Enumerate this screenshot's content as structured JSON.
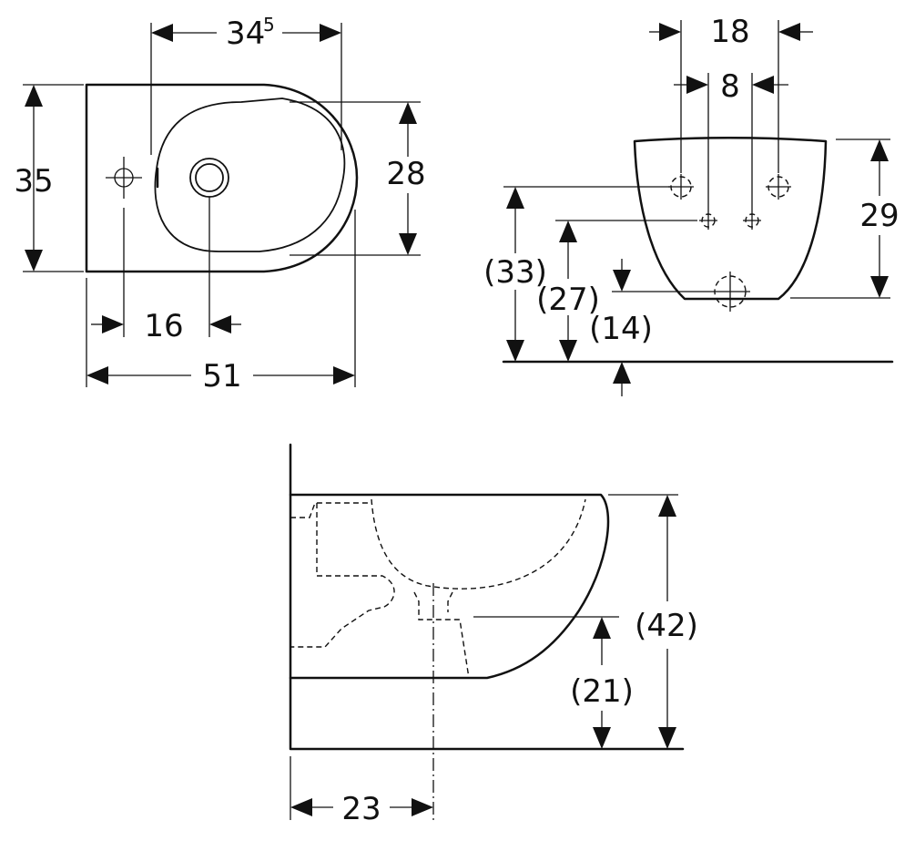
{
  "top_view": {
    "width": "51",
    "depth": "35",
    "bowl_length_main": "34",
    "bowl_length_sup": "5",
    "bowl_width": "28",
    "tap_offset": "16"
  },
  "rear_view": {
    "fixing_distance_outer": "18",
    "fixing_distance_inner": "8",
    "height": "29",
    "fixing_height_outer": "(33)",
    "fixing_height_inner": "(27)",
    "waste_height": "(14)"
  },
  "side_view": {
    "total_height": "(42)",
    "waste_height": "(21)",
    "waste_offset": "23"
  }
}
